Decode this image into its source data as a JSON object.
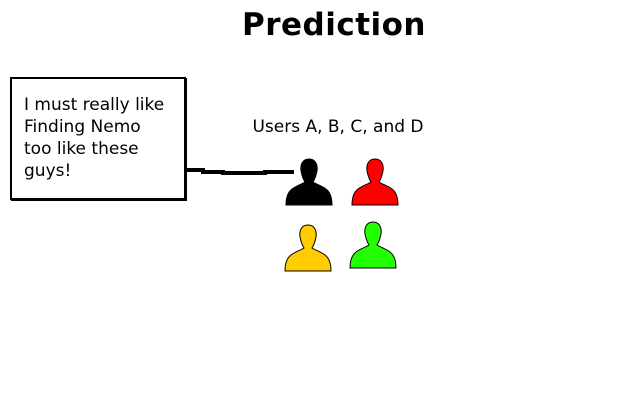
{
  "title": "Prediction",
  "speech_bubble": {
    "text": "I must really like\nFinding Nemo\ntoo like these\nguys!"
  },
  "users_group": {
    "label": "Users A, B, C, and D",
    "users": [
      {
        "icon": "user-silhouette-icon",
        "color": "#000000"
      },
      {
        "icon": "user-silhouette-icon",
        "color": "#ff0000"
      },
      {
        "icon": "user-silhouette-icon",
        "color": "#ffcc00"
      },
      {
        "icon": "user-silhouette-icon",
        "color": "#22ff00"
      }
    ]
  }
}
